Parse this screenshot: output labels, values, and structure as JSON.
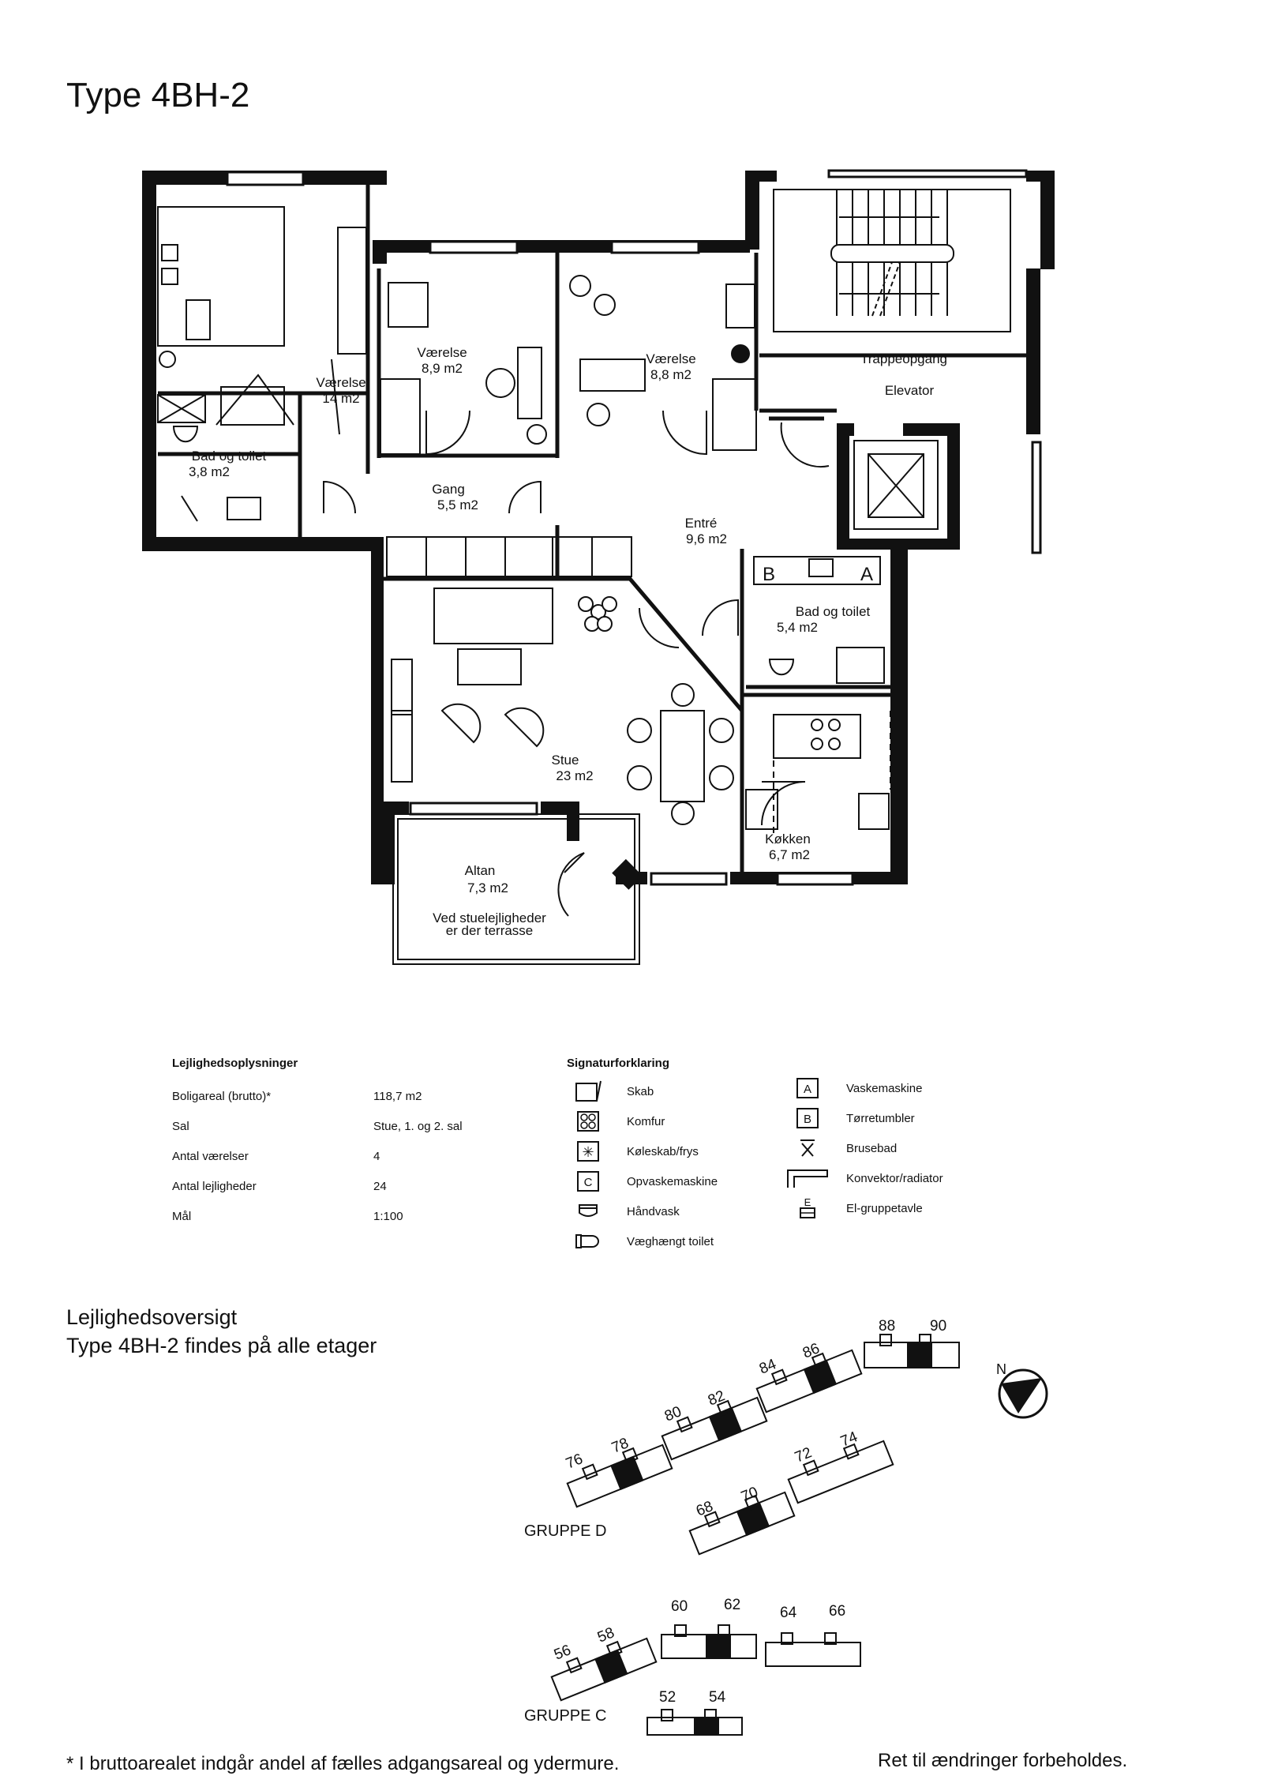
{
  "title": "Type 4BH-2",
  "rooms": [
    {
      "name": "Værelse",
      "area": "14 m2"
    },
    {
      "name": "Værelse",
      "area": "8,9 m2"
    },
    {
      "name": "Værelse",
      "area": "8,8 m2"
    },
    {
      "name": "Trappeopgang",
      "area": ""
    },
    {
      "name": "Elevator",
      "area": ""
    },
    {
      "name": "Bad og toilet",
      "area": "3,8 m2"
    },
    {
      "name": "Gang",
      "area": "5,5 m2"
    },
    {
      "name": "Entré",
      "area": "9,6 m2"
    },
    {
      "name": "Bad og toilet",
      "area": "5,4 m2"
    },
    {
      "name": "Stue",
      "area": "23 m2"
    },
    {
      "name": "Køkken",
      "area": "6,7 m2"
    },
    {
      "name": "Altan",
      "area": "7,3 m2"
    }
  ],
  "balcony_note": [
    "Ved stuelejligheder",
    "er der terrasse"
  ],
  "info": {
    "heading": "Lejlighedsoplysninger",
    "rows": [
      {
        "label": "Boligareal (brutto)*",
        "value": "118,7 m2"
      },
      {
        "label": "Sal",
        "value": "Stue, 1. og 2. sal"
      },
      {
        "label": "Antal værelser",
        "value": "4"
      },
      {
        "label": "Antal lejligheder",
        "value": "24"
      },
      {
        "label": "Mål",
        "value": "1:100"
      }
    ]
  },
  "legend": {
    "heading": "Signaturforklaring",
    "items": [
      {
        "icon": "cabinet-icon",
        "label": "Skab"
      },
      {
        "icon": "stove-icon",
        "label": "Komfur"
      },
      {
        "icon": "fridge-freezer-icon",
        "label": "Køleskab/frys"
      },
      {
        "icon": "dishwasher-icon",
        "label": "Opvaskemaskine",
        "letter": "C"
      },
      {
        "icon": "sink-icon",
        "label": "Håndvask"
      },
      {
        "icon": "wall-toilet-icon",
        "label": "Væghængt toilet"
      },
      {
        "icon": "washing-machine-icon",
        "label": "Vaskemaskine",
        "letter": "A"
      },
      {
        "icon": "tumble-dryer-icon",
        "label": "Tørretumbler",
        "letter": "B"
      },
      {
        "icon": "shower-icon",
        "label": "Brusebad"
      },
      {
        "icon": "radiator-icon",
        "label": "Konvektor/radiator"
      },
      {
        "icon": "fuse-board-icon",
        "label": "El-gruppetavle",
        "letter": "E"
      }
    ]
  },
  "overview": {
    "heading": "Lejlighedsoversigt",
    "subheading": "Type 4BH-2 findes på alle etager"
  },
  "site_plan": {
    "group_d_label": "GRUPPE D",
    "group_c_label": "GRUPPE C",
    "north_label": "N",
    "building_numbers": [
      "88",
      "90",
      "84",
      "86",
      "80",
      "82",
      "76",
      "78",
      "72",
      "74",
      "68",
      "70",
      "60",
      "62",
      "64",
      "66",
      "56",
      "58",
      "52",
      "54"
    ]
  },
  "footnote": "* I bruttoarealet indgår andel af fælles adgangsareal og ydermure.",
  "changes_note": "Ret til ændringer forbeholdes."
}
